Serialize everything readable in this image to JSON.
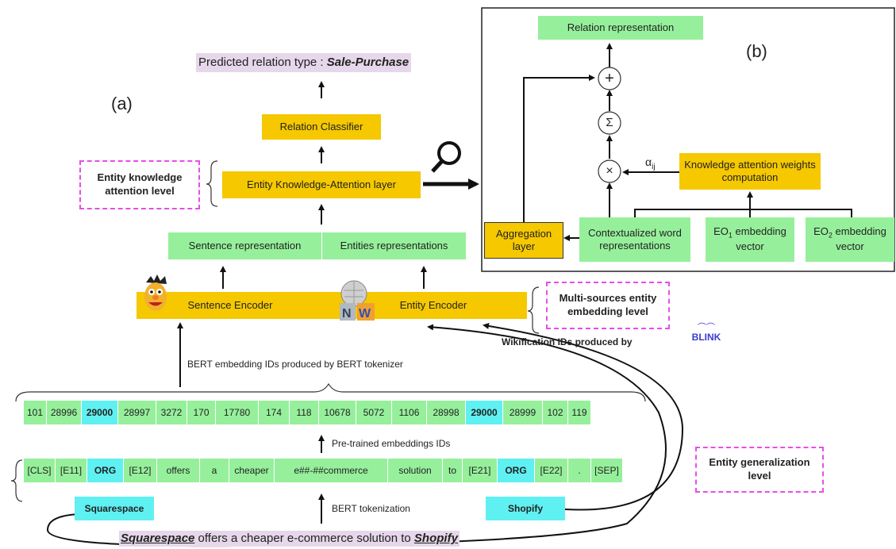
{
  "colors": {
    "green": "#96f09b",
    "yellow": "#f5c800",
    "cyan": "#5ff0f2",
    "pink": "#e84de8",
    "predicted_bg": "#e6d7ea"
  },
  "panel_a": {
    "label": "(a)",
    "predicted_prefix": "Predicted relation type : ",
    "predicted_value": "Sale-Purchase",
    "relation_classifier": "Relation Classifier",
    "ek_attention_layer": "Entity Knowledge-Attention layer",
    "sentence_representation": "Sentence representation",
    "entities_representations": "Entities representations",
    "sentence_encoder": "Sentence Encoder",
    "entity_encoder": "Entity Encoder",
    "bert_ids_label": "BERT embedding IDs produced by BERT tokenizer",
    "pretrained_ids_label": "Pre-trained embeddings IDs",
    "bert_tokenization_label": "BERT tokenization",
    "wikification_label": "Wikification IDs produced by",
    "blink_label": "BLINK",
    "squarespace": "Squarespace",
    "shopify": "Shopify",
    "sentence_entity1": "Squarespace",
    "sentence_middle": " offers a cheaper e-commerce solution to ",
    "sentence_entity2": "Shopify",
    "levels": {
      "entity_knowledge": "Entity knowledge attention level",
      "multi_sources": "Multi-sources entity embedding level",
      "generalization": "Entity generalization level"
    },
    "ids": [
      {
        "t": "101",
        "hl": false
      },
      {
        "t": "28996",
        "hl": false
      },
      {
        "t": "29000",
        "hl": true
      },
      {
        "t": "28997",
        "hl": false
      },
      {
        "t": "3272",
        "hl": false
      },
      {
        "t": "170",
        "hl": false
      },
      {
        "t": "17780",
        "hl": false
      },
      {
        "t": "174",
        "hl": false
      },
      {
        "t": "118",
        "hl": false
      },
      {
        "t": "10678",
        "hl": false
      },
      {
        "t": "5072",
        "hl": false
      },
      {
        "t": "1106",
        "hl": false
      },
      {
        "t": "28998",
        "hl": false
      },
      {
        "t": "29000",
        "hl": true
      },
      {
        "t": "28999",
        "hl": false
      },
      {
        "t": "102",
        "hl": false
      },
      {
        "t": "119",
        "hl": false
      }
    ],
    "tokens": [
      {
        "t": "[CLS]",
        "hl": false
      },
      {
        "t": "[E11]",
        "hl": false
      },
      {
        "t": "ORG",
        "hl": true
      },
      {
        "t": "[E12]",
        "hl": false
      },
      {
        "t": "offers",
        "hl": false
      },
      {
        "t": "a",
        "hl": false
      },
      {
        "t": "cheaper",
        "hl": false
      },
      {
        "t": "e##-##commerce",
        "hl": false
      },
      {
        "t": "solution",
        "hl": false
      },
      {
        "t": "to",
        "hl": false
      },
      {
        "t": "[E21]",
        "hl": false
      },
      {
        "t": "ORG",
        "hl": true
      },
      {
        "t": "[E22]",
        "hl": false
      },
      {
        "t": ".",
        "hl": false
      },
      {
        "t": "[SEP]",
        "hl": false
      }
    ]
  },
  "panel_b": {
    "label": "(b)",
    "relation_representation": "Relation representation",
    "plus_symbol": "+",
    "sum_symbol": "Σ",
    "times_symbol": "×",
    "alpha": "α",
    "alpha_sub": "ij",
    "kaw_computation": "Knowledge attention weights computation",
    "aggregation_layer": "Aggregation layer",
    "contextualized": "Contextualized word representations",
    "eo1_prefix": "EO",
    "eo1_sub": "1",
    "eo1_suffix": " embedding vector",
    "eo2_prefix": "EO",
    "eo2_sub": "2",
    "eo2_suffix": " embedding vector"
  }
}
